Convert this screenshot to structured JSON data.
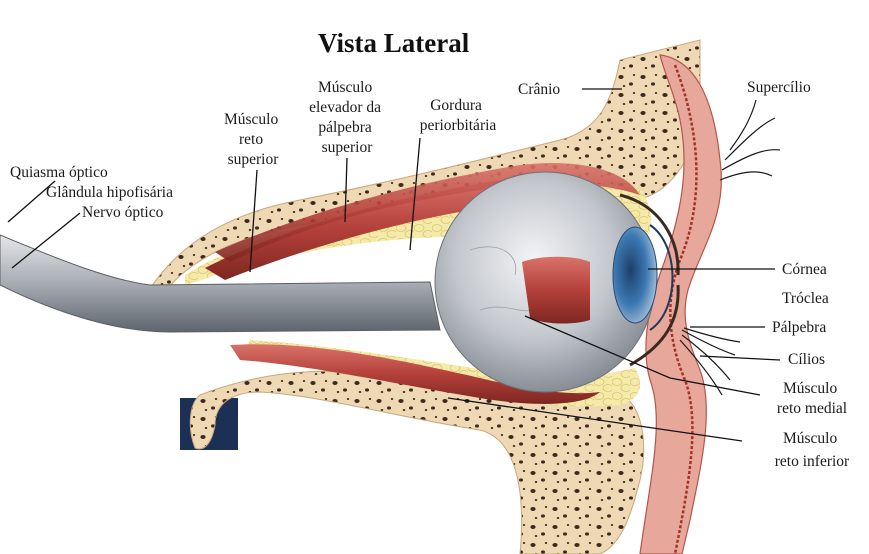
{
  "title": "Vista Lateral",
  "labels": {
    "quiasma": "Quiasma óptico",
    "glandula": "Glândula hipofisária",
    "nervo": "Nervo óptico",
    "reto_superior": [
      "Músculo",
      "reto",
      "superior"
    ],
    "elevador": [
      "Músculo",
      "elevador da",
      "pálpebra",
      "superior"
    ],
    "gordura": [
      "Gordura",
      "periorbitária"
    ],
    "cranio": "Crânio",
    "supercilio": "Supercílio",
    "cornea": "Córnea",
    "troclea": "Tróclea",
    "palpebra": "Pálpebra",
    "cilios": "Cílios",
    "reto_medial": [
      "Músculo",
      "reto medial"
    ],
    "reto_inferior": [
      "Músculo",
      "reto inferior"
    ]
  },
  "colors": {
    "bone": "#efd9b4",
    "bone_pores": "#3a2a1f",
    "fat": "#f4e8a6",
    "muscle": "#b8423a",
    "skin": "#e7a79a",
    "eyeball": "#c9ccd2",
    "nerve": "#8f949c",
    "iris": "#2f5f92",
    "corner_block": "#1c2f55"
  }
}
